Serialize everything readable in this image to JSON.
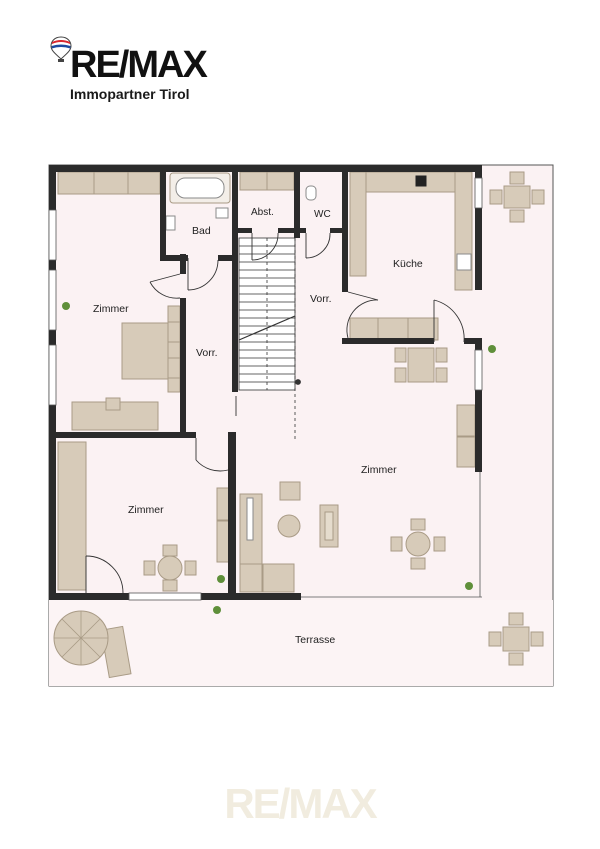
{
  "brand": {
    "logo_text": "RE/MAX",
    "subtitle": "Immopartner Tirol"
  },
  "rooms": {
    "bad": "Bad",
    "abst": "Abst.",
    "wc": "WC",
    "kueche": "Küche",
    "zimmer_top_left": "Zimmer",
    "vorr_left": "Vorr.",
    "vorr_center": "Vorr.",
    "zimmer_main": "Zimmer",
    "zimmer_bottom_left": "Zimmer",
    "terrasse": "Terrasse"
  },
  "watermark": "RE/MAX",
  "colors": {
    "wall": "#2b2b2b",
    "floor": "#fbf2f3",
    "furniture": "#d7cbb9",
    "furniture_edge": "#a99b86",
    "plant": "#5f8f3a"
  }
}
